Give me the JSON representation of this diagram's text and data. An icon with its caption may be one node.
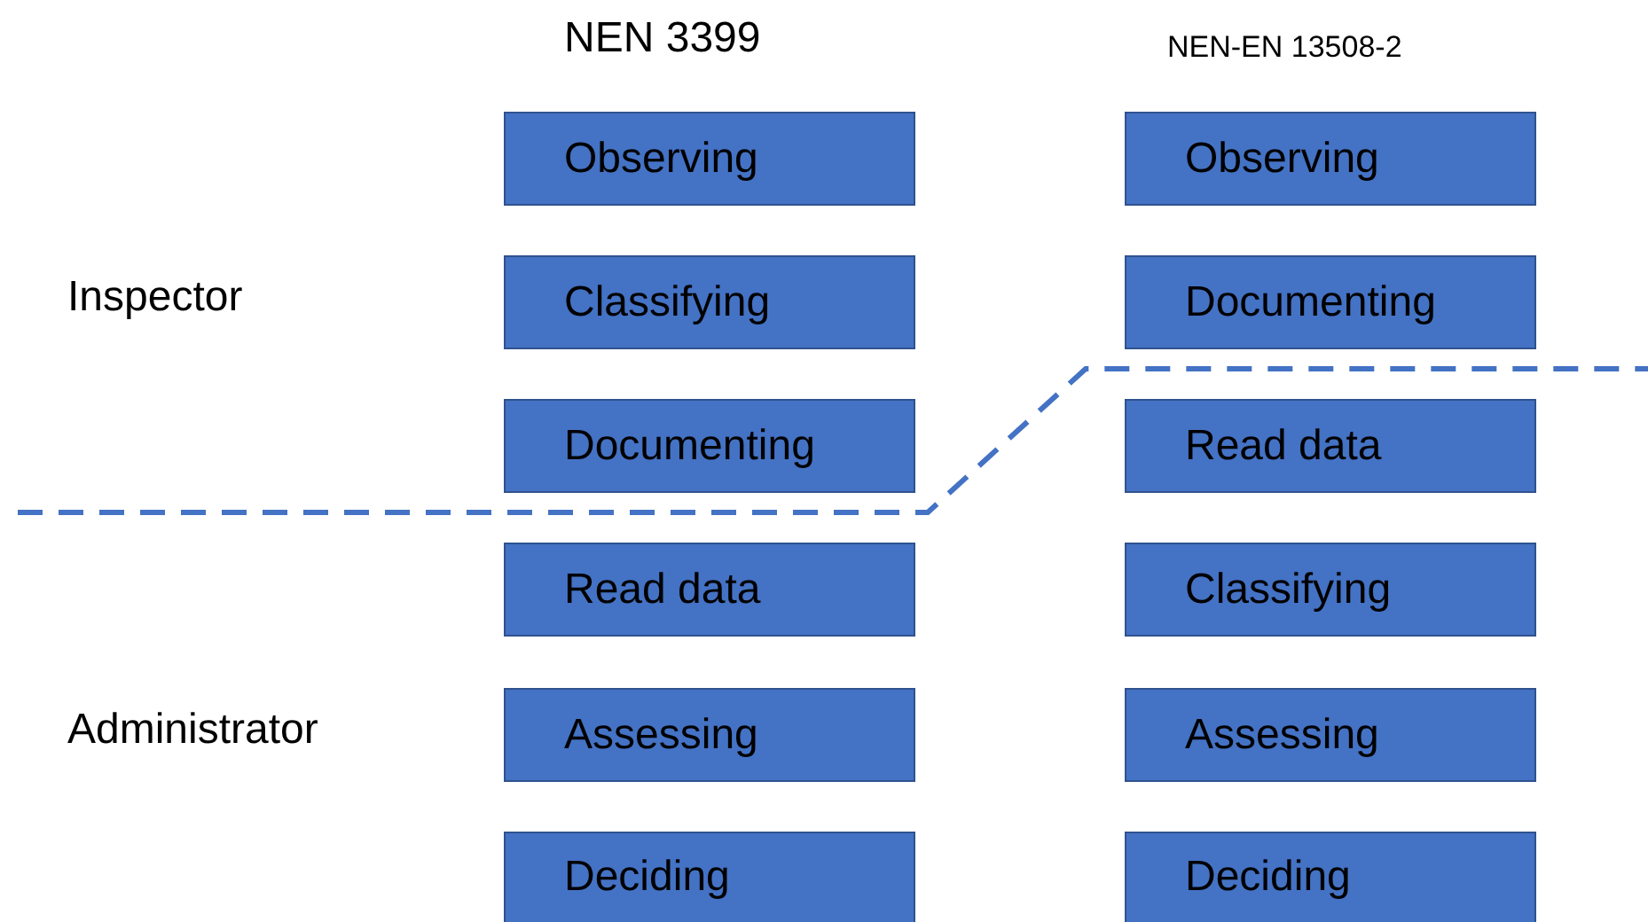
{
  "diagram": {
    "nodes": [
      {
        "text": [
          "Observing"
        ]
      },
      {
        "text": [
          "Classifying"
        ]
      },
      {
        "text": [
          "Documenting"
        ]
      },
      {
        "text": [
          "Read data"
        ]
      },
      {
        "text": [
          "Assessing"
        ]
      },
      {
        "text": [
          "Deciding"
        ]
      },
      {
        "text": [
          "Observing"
        ]
      },
      {
        "text": [
          "Documenting"
        ]
      },
      {
        "text": [
          "Read data"
        ]
      },
      {
        "text": [
          "Classifying"
        ]
      },
      {
        "text": [
          "Assessing"
        ]
      },
      {
        "text": [
          "Deciding"
        ]
      }
    ],
    "edges": [],
    "labels": [
      "NEN 3399",
      "NEN-EN 13508-2",
      "Inspector",
      "Administrator"
    ]
  }
}
